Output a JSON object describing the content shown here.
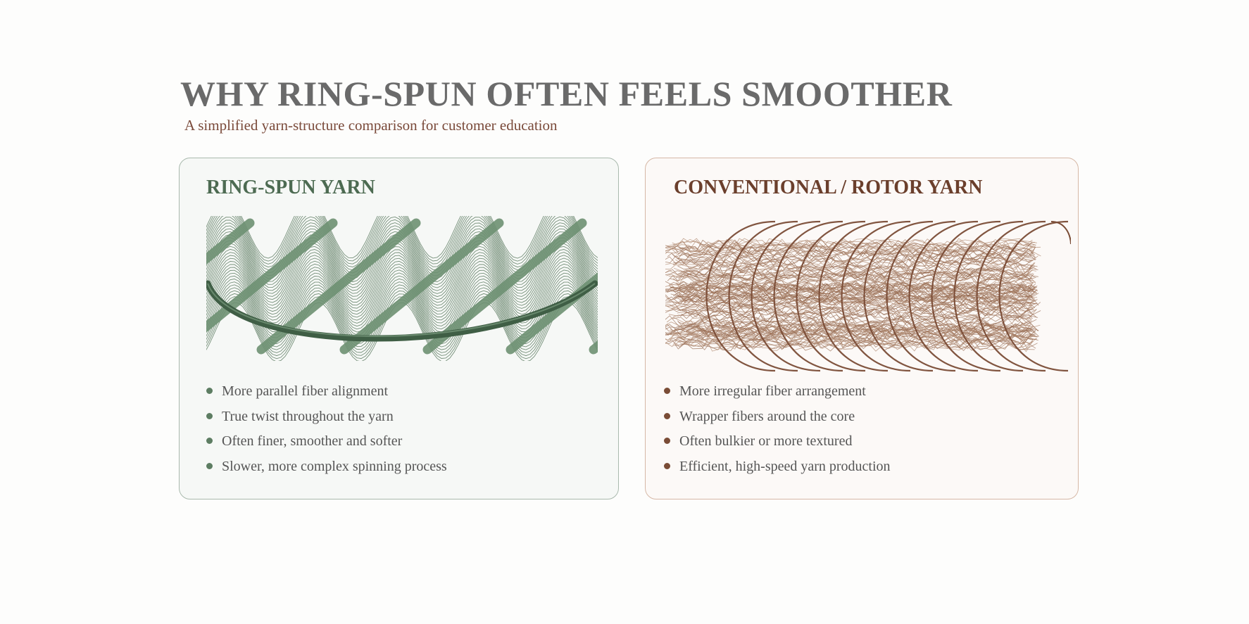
{
  "title": "WHY RING-SPUN OFTEN FEELS SMOOTHER",
  "subtitle": "A simplified yarn-structure comparison for customer education",
  "panels": {
    "ring": {
      "title": "RING-SPUN YARN",
      "bullets": [
        "More parallel fiber alignment",
        "True twist throughout the yarn",
        "Often finer, smoother and softer",
        "Slower, more complex spinning process"
      ]
    },
    "rotor": {
      "title": "CONVENTIONAL / ROTOR YARN",
      "bullets": [
        "More irregular fiber arrangement",
        "Wrapper fibers around the core",
        "Often bulkier or more textured",
        "Efficient, high-speed yarn production"
      ]
    }
  },
  "colors": {
    "ring_accent": "#4d6b52",
    "rotor_accent": "#6b3f2c"
  },
  "icons": {
    "ring_illustration": "ring-spun-yarn-illustration",
    "rotor_illustration": "rotor-yarn-illustration"
  }
}
